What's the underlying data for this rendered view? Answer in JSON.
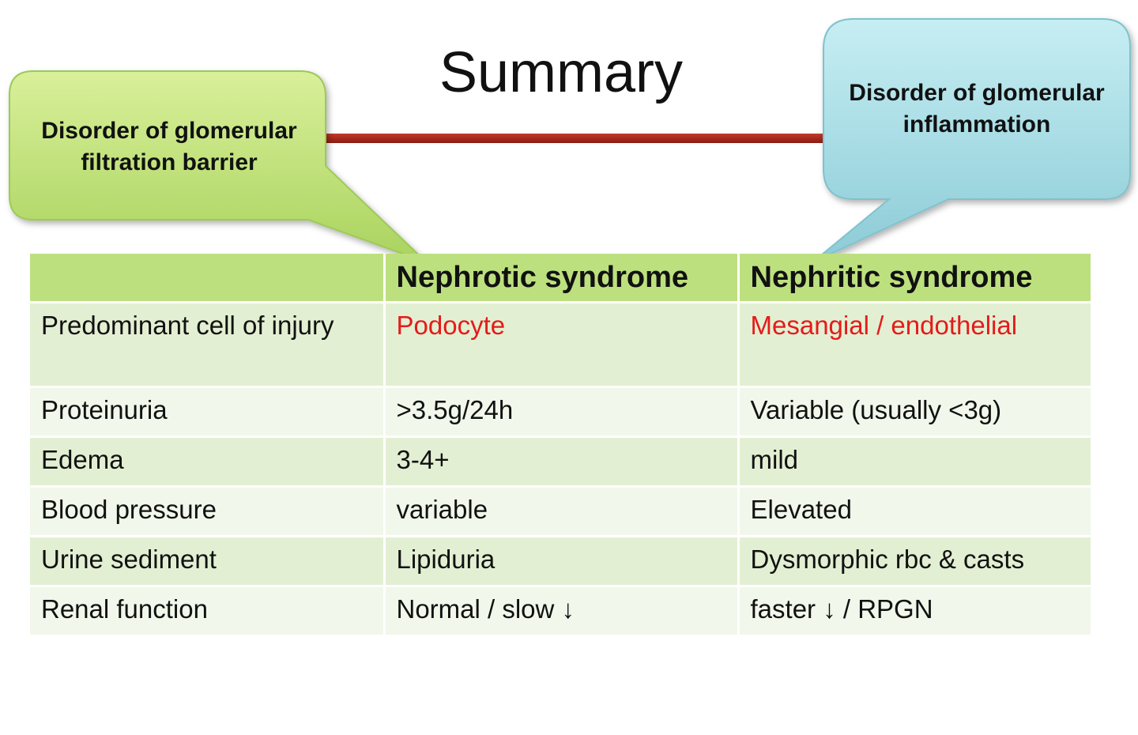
{
  "slide": {
    "title": "Summary",
    "left_callout": {
      "line1": "Disorder of glomerular",
      "line2": "filtration barrier",
      "color": "#bde07e"
    },
    "right_callout": {
      "line1": "Disorder of glomerular",
      "line2": "inflammation",
      "color": "#9fd6df"
    },
    "connector_color": "#a82515"
  },
  "table": {
    "headers": [
      "",
      "Nephrotic syndrome",
      "Nephritic syndrome"
    ],
    "rows": [
      {
        "label": "Predominant cell of injury",
        "nephrotic": "Podocyte",
        "nephritic": "Mesangial / endothelial",
        "highlight": "#e41b1b"
      },
      {
        "label": "Proteinuria",
        "nephrotic": ">3.5g/24h",
        "nephritic": "Variable (usually <3g)"
      },
      {
        "label": "Edema",
        "nephrotic": "3-4+",
        "nephritic": "mild"
      },
      {
        "label": "Blood pressure",
        "nephrotic": "variable",
        "nephritic": "Elevated"
      },
      {
        "label": "Urine sediment",
        "nephrotic": "Lipiduria",
        "nephritic": "Dysmorphic rbc & casts"
      },
      {
        "label": "Renal function",
        "nephrotic": "Normal / slow ↓",
        "nephritic": "faster ↓ / RPGN"
      }
    ],
    "header_color": "#bde07e",
    "row_colors": [
      "#e3efd2",
      "#f1f7ea"
    ]
  }
}
